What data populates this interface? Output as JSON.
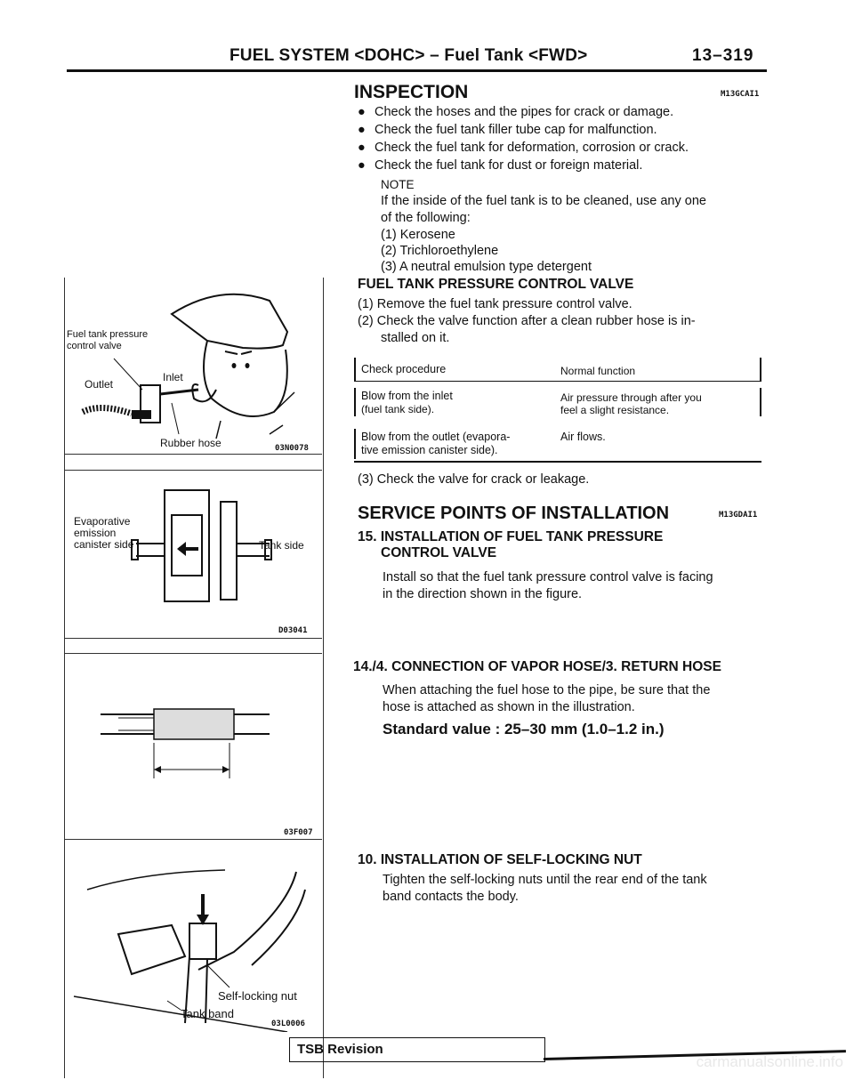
{
  "header": {
    "title": "FUEL SYSTEM <DOHC> – Fuel Tank <FWD>",
    "page_number": "13–319"
  },
  "inspection": {
    "heading": "INSPECTION",
    "code": "M13GCAI1",
    "bullets": [
      "Check the hoses and the pipes for crack or damage.",
      "Check the fuel tank filler tube cap for malfunction.",
      "Check the fuel tank for deformation, corrosion or crack.",
      "Check the fuel tank for dust or foreign material."
    ],
    "note_label": "NOTE",
    "note_line1": "If the inside of the fuel tank is to be cleaned, use any one",
    "note_line2": "of the following:",
    "note_items": [
      "(1) Kerosene",
      "(2) Trichloroethylene",
      "(3) A neutral emulsion type detergent"
    ]
  },
  "pressure_valve": {
    "heading": "FUEL TANK PRESSURE CONTROL VALVE",
    "step1": "(1) Remove the fuel tank pressure control valve.",
    "step2a": "(2) Check the valve function after a clean rubber hose is in-",
    "step2b": "stalled on it.",
    "table": {
      "col1": "Check procedure",
      "col2": "Normal function",
      "r1c1a": "Blow from the inlet",
      "r1c1b": "(fuel tank side).",
      "r1c2a": "Air pressure through after you",
      "r1c2b": "feel a slight resistance.",
      "r2c1a": "Blow from the outlet (evapora-",
      "r2c1b": "tive emission canister side).",
      "r2c2a": "Air flows."
    },
    "step3": "(3) Check the valve for crack or leakage."
  },
  "service": {
    "heading": "SERVICE POINTS OF INSTALLATION",
    "code": "M13GDAI1",
    "item15_a": "15. INSTALLATION OF FUEL TANK PRESSURE",
    "item15_b": "CONTROL VALVE",
    "item15_text1": "Install so that the fuel tank pressure control valve is facing",
    "item15_text2": "in the direction shown in the figure.",
    "item14_heading": "14./4. CONNECTION OF VAPOR HOSE/3. RETURN HOSE",
    "item14_text1": "When attaching the fuel hose to the pipe, be sure that the",
    "item14_text2": "hose is attached as shown in the illustration.",
    "standard_label": "Standard value : 25–30 mm (1.0–1.2 in.)",
    "item10_heading": "10. INSTALLATION OF SELF-LOCKING NUT",
    "item10_text1": "Tighten the self-locking nuts until the rear end of the tank",
    "item10_text2": "band contacts the body."
  },
  "figures": {
    "fig1": {
      "label_valve_1": "Fuel tank pressure",
      "label_valve_2": "control valve",
      "label_outlet": "Outlet",
      "label_inlet": "Inlet",
      "label_hose": "Rubber hose",
      "code": "03N0078"
    },
    "fig2": {
      "label_evap_1": "Evaporative",
      "label_evap_2": "emission",
      "label_evap_3": "canister side",
      "label_tank": "Tank side",
      "code": "D03041"
    },
    "fig3": {
      "code": "03F007"
    },
    "fig4": {
      "label_nut": "Self-locking nut",
      "label_band": "Tank band",
      "code": "03L0006"
    }
  },
  "footer": {
    "label": "TSB Revision"
  },
  "watermark": "carmanualsonline.info"
}
